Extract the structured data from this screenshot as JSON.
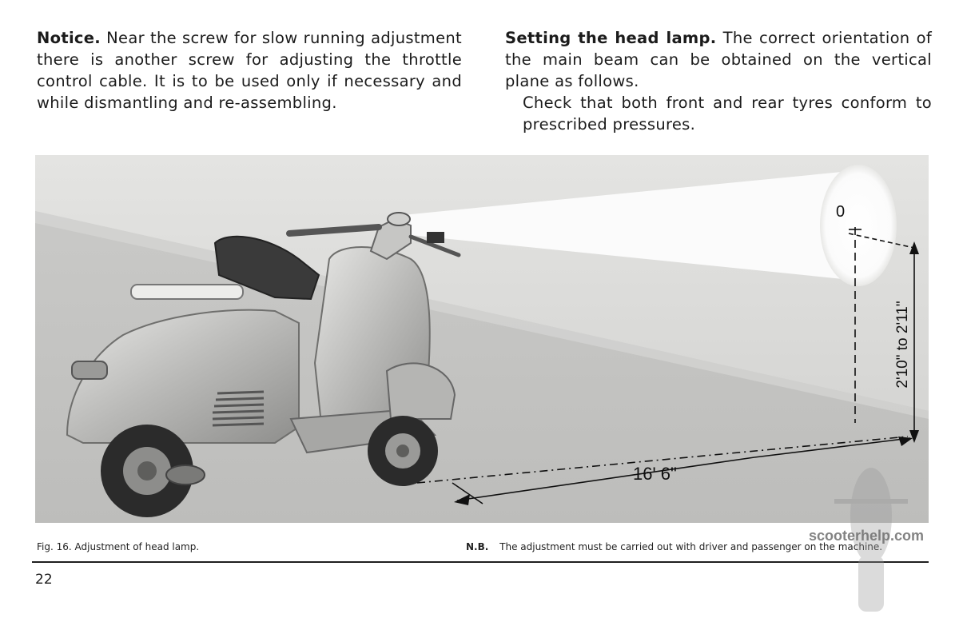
{
  "left_column": {
    "lead": "Notice.",
    "text": "Near the screw for slow running adjustment there is another screw for adjusting the throttle control cable. It is to be used only if necessary and while dismantling and re-assembling."
  },
  "right_column": {
    "lead": "Setting the head lamp.",
    "text": "The correct orientation of the main beam can be obtained on the vertical plane as follows.",
    "text2": "Check that both front and rear tyres conform to prescribed pressures."
  },
  "figure": {
    "label_point": "0",
    "label_height": "2'10\" to 2'11\"",
    "label_distance": "16' 6\""
  },
  "caption": {
    "left": "Fig. 16.   Adjustment of head lamp.",
    "nb_label": "N.B.",
    "nb_text": "The adjustment must be carried out with driver and passenger on the machine."
  },
  "page_number": "22",
  "watermark": "scooterhelp.com"
}
